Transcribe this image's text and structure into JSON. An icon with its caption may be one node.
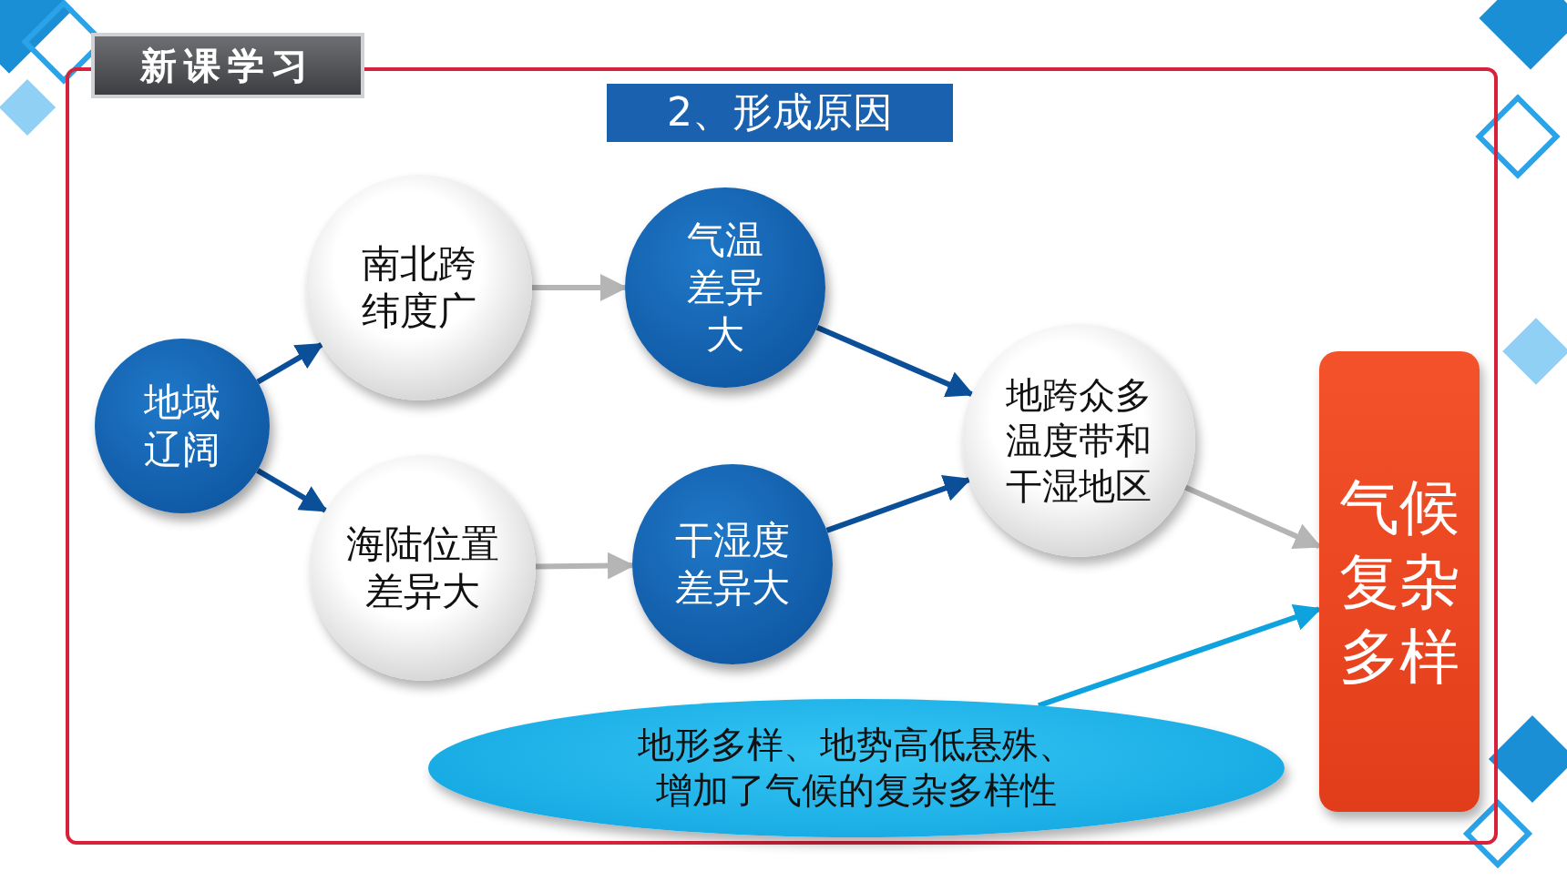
{
  "diagram": {
    "title": "2、形成原因",
    "nodes": [
      {
        "text": [
          "地域辽阔"
        ]
      },
      {
        "text": [
          "南北跨纬度广"
        ]
      },
      {
        "text": [
          "海陆位置差异大"
        ]
      },
      {
        "text": [
          "气温差异大"
        ]
      },
      {
        "text": [
          "干湿度差异大"
        ]
      },
      {
        "text": [
          "地跨众多温度带和干湿地区"
        ]
      },
      {
        "text": [
          "气候复杂多样"
        ]
      },
      {
        "text": [
          "地形多样、地势高低悬殊、增加了气候的复杂多样性"
        ]
      }
    ],
    "edges": [
      {
        "from": 0,
        "to": 1,
        "arrow": "to"
      },
      {
        "from": 0,
        "to": 2,
        "arrow": "to"
      },
      {
        "from": 1,
        "to": 3,
        "arrow": "to",
        "color": "#b5b5b5"
      },
      {
        "from": 2,
        "to": 4,
        "arrow": "to",
        "color": "#b5b5b5"
      },
      {
        "from": 3,
        "to": 5,
        "arrow": "to"
      },
      {
        "from": 4,
        "to": 5,
        "arrow": "to"
      },
      {
        "from": 5,
        "to": 6,
        "arrow": "to",
        "color": "#b5b5b5"
      },
      {
        "from": 7,
        "to": 6,
        "arrow": "to",
        "color": "#0ea2de"
      }
    ],
    "labels": [
      "新课学习"
    ]
  }
}
